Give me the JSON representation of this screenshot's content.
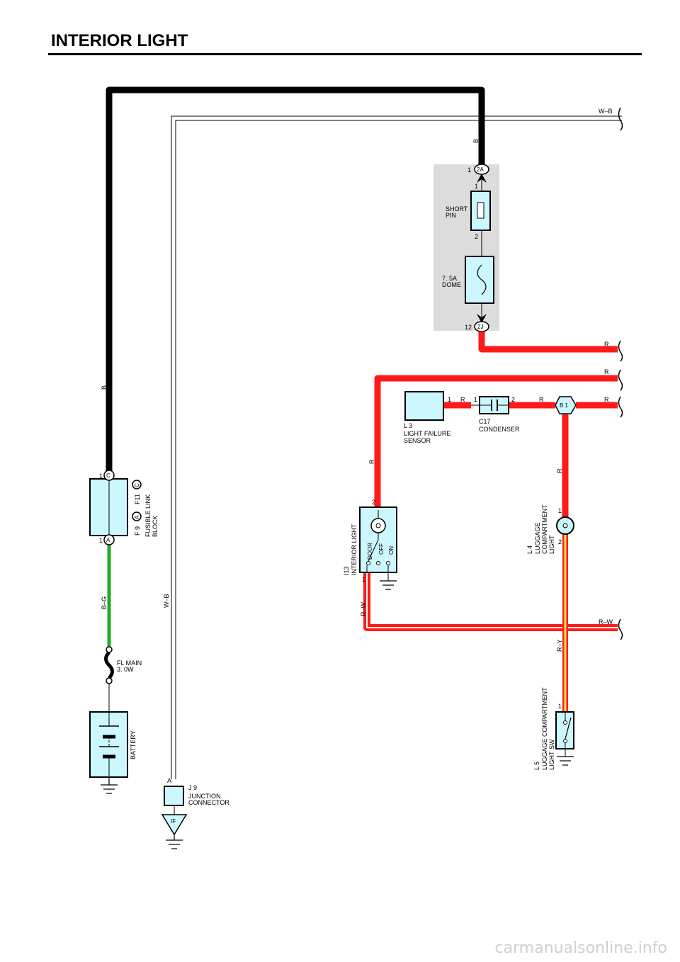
{
  "title": "INTERIOR LIGHT",
  "watermark": "carmanualsonline.info",
  "colors": {
    "wire_black": "#000000",
    "wire_red": "#ff1a1a",
    "wire_green": "#22aa22",
    "wire_yellow": "#ffe24a",
    "component_fill": "#ccf7ff",
    "junction_block_shade": "#dcdcdc"
  },
  "wires": {
    "b_top": "B",
    "b_left": "B",
    "w_b_top": "W–B",
    "w_b_left": "W–B",
    "b_g": "B–G",
    "r_out_1": "R",
    "r_out_2": "R",
    "r_out_3": "R",
    "r_sensor": "R",
    "r_condenser": "R",
    "r_left_vertical": "R",
    "r_luggage": "R",
    "r_w_left": "R–W",
    "r_w_right": "R–W",
    "r_y": "R–Y"
  },
  "junction_block": {
    "connector_top": "2A",
    "connector_top_pin": "1",
    "connector_bottom": "2J",
    "connector_bottom_pin": "12",
    "short_pin_label": "SHORT\nPIN",
    "short_pin_pin_top": "1",
    "short_pin_pin_bottom": "2",
    "fuse_label": "7. 5A\nDOME"
  },
  "fusible_link": {
    "connector_top": "C",
    "connector_top_pin": "1",
    "connector_bottom": "A",
    "connector_bottom_pin": "1",
    "ref_c": "F11",
    "ref_a": "F 9",
    "label": "FUSIBLE LINK\nBLOCK"
  },
  "fl_main": {
    "label": "FL MAIN\n3. 0W"
  },
  "battery": {
    "label": "BATTERY"
  },
  "junction_connector": {
    "ref": "J 9",
    "label": "JUNCTION\nCONNECTOR",
    "pin": "A",
    "ground": "IF"
  },
  "light_failure_sensor": {
    "ref": "L 3",
    "label": "LIGHT FAILURE\nSENSOR",
    "pin": "1"
  },
  "condenser": {
    "ref": "C17",
    "label": "CONDENSER",
    "pin_left": "1",
    "pin_right": "2"
  },
  "splice": {
    "label": "B 1"
  },
  "interior_light": {
    "ref": "I13",
    "label": "INTERIOR LIGHT",
    "pin_top": "2",
    "pin_bottom": "1",
    "switch_door": "DOOR",
    "switch_off": "OFF",
    "switch_on": "ON"
  },
  "luggage_light": {
    "ref": "L 4",
    "label": "LUGGAGE\nCOMPARTMENT\nLIGHT",
    "pin_top": "1",
    "pin_bottom": "2"
  },
  "luggage_switch": {
    "ref": "L 5",
    "label": "LUGGAGE COMPARTMENT\nLIGHT SW",
    "pin": "1"
  }
}
